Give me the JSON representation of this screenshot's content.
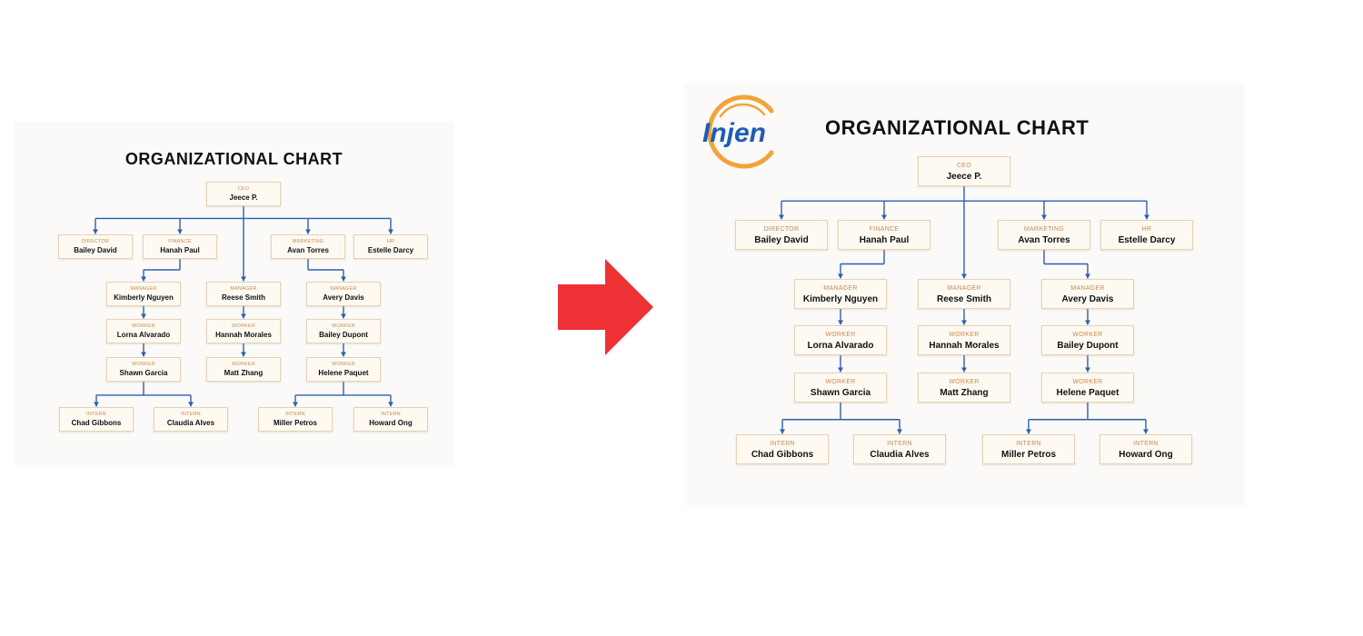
{
  "left_panel": {
    "title": "ORGANIZATIONAL CHART"
  },
  "right_panel": {
    "title": "ORGANIZATIONAL CHART",
    "logo_text": "Injen"
  },
  "arrow": {
    "color": "#ee3135",
    "direction": "right"
  },
  "colors": {
    "connector": "#2c5fb0",
    "role_text": "#c58a57",
    "node_fill": "#fffaf1",
    "node_border": "#e6d2b8",
    "logo_blue": "#1f5cb3",
    "logo_orange": "#f2a33a"
  },
  "nodes": {
    "ceo": {
      "role": "CEO",
      "name": "Jeece P."
    },
    "director": {
      "role": "DIRECTOR",
      "name": "Bailey David"
    },
    "finance": {
      "role": "FINANCE",
      "name": "Hanah Paul"
    },
    "marketing": {
      "role": "MARKETING",
      "name": "Avan Torres"
    },
    "hr": {
      "role": "HR",
      "name": "Estelle Darcy"
    },
    "manager1": {
      "role": "MANAGER",
      "name": "Kimberly Nguyen"
    },
    "manager2": {
      "role": "MANAGER",
      "name": "Reese Smith"
    },
    "manager3": {
      "role": "MANAGER",
      "name": "Avery Davis"
    },
    "worker1a": {
      "role": "WORKER",
      "name": "Lorna Alvarado"
    },
    "worker2a": {
      "role": "WORKER",
      "name": "Hannah Morales"
    },
    "worker3a": {
      "role": "WORKER",
      "name": "Bailey Dupont"
    },
    "worker1b": {
      "role": "WORKER",
      "name": "Shawn Garcia"
    },
    "worker2b": {
      "role": "WORKER",
      "name": "Matt Zhang"
    },
    "worker3b": {
      "role": "WORKER",
      "name": "Helene Paquet"
    },
    "intern1": {
      "role": "INTERN",
      "name": "Chad Gibbons"
    },
    "intern2": {
      "role": "INTERN",
      "name": "Claudia Alves"
    },
    "intern3": {
      "role": "INTERN",
      "name": "Miller  Petros"
    },
    "intern4": {
      "role": "INTERN",
      "name": "Howard Ong"
    }
  }
}
